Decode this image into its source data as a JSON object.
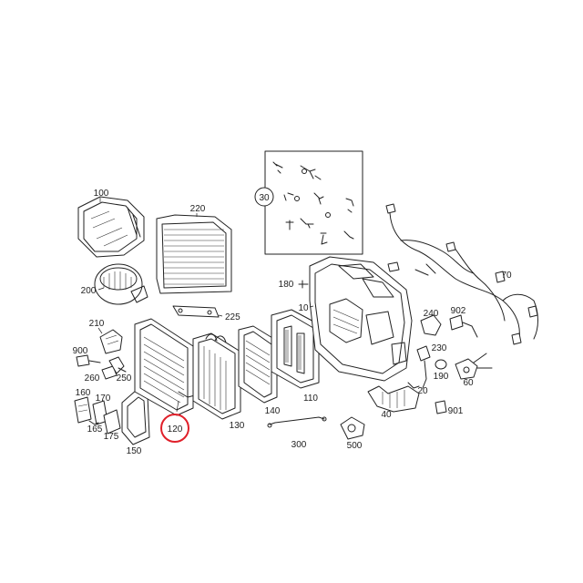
{
  "diagram": {
    "highlight_color": "#e0202a",
    "highlighted_part": "120",
    "inset": {
      "label": "30"
    },
    "labels": {
      "p100": "100",
      "p220": "220",
      "p200": "200",
      "p225": "225",
      "p210": "210",
      "p900": "900",
      "p260": "260",
      "p250": "250",
      "p160": "160",
      "p170": "170",
      "p165": "165",
      "p175": "175",
      "p150": "150",
      "p120": "120",
      "p130": "130",
      "p140": "140",
      "p110": "110",
      "p10": "10",
      "p180": "180",
      "p300": "300",
      "p500": "500",
      "p40": "40",
      "p20": "20",
      "p240": "240",
      "p902": "902",
      "p230": "230",
      "p190": "190",
      "p60": "60",
      "p901": "901",
      "p70": "70"
    }
  }
}
